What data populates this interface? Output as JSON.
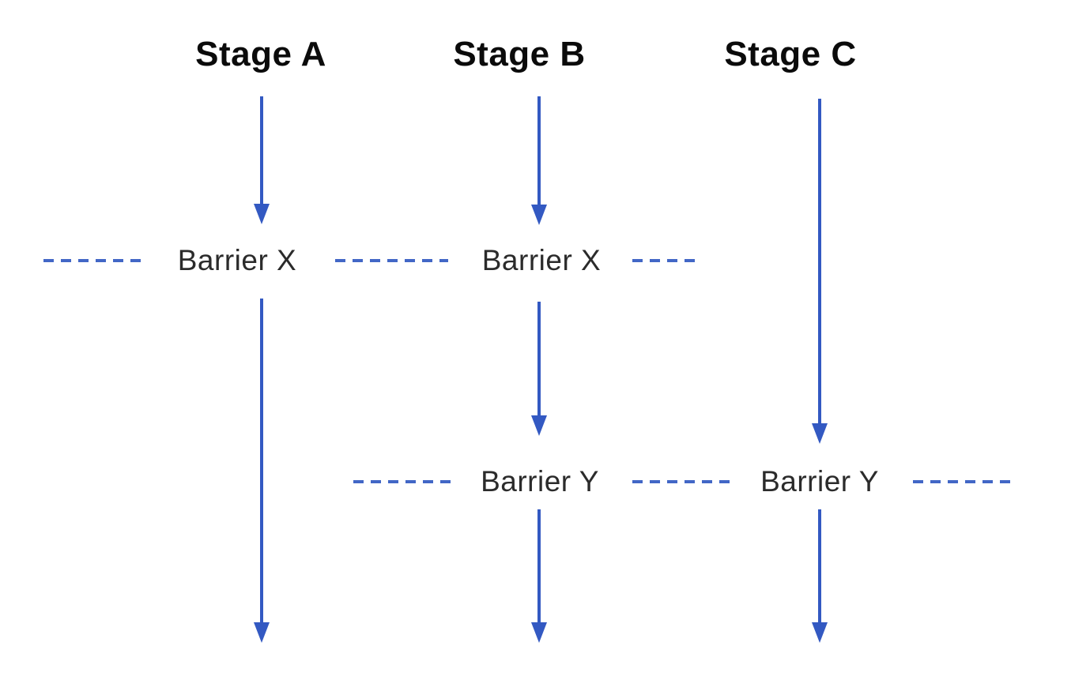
{
  "diagram": {
    "type": "staged-flow-with-barriers",
    "stages": [
      {
        "label": "Stage A"
      },
      {
        "label": "Stage B"
      },
      {
        "label": "Stage C"
      }
    ],
    "barriers": [
      {
        "label": "Barrier X",
        "row": "X",
        "stage": "Stage A"
      },
      {
        "label": "Barrier X",
        "row": "X",
        "stage": "Stage B"
      },
      {
        "label": "Barrier Y",
        "row": "Y",
        "stage": "Stage B"
      },
      {
        "label": "Barrier Y",
        "row": "Y",
        "stage": "Stage C"
      }
    ],
    "colors": {
      "arrow": "#3359c2",
      "dash": "#4267c6",
      "stage_text": "#0b0b0b",
      "barrier_text": "#2b2b2b"
    }
  }
}
